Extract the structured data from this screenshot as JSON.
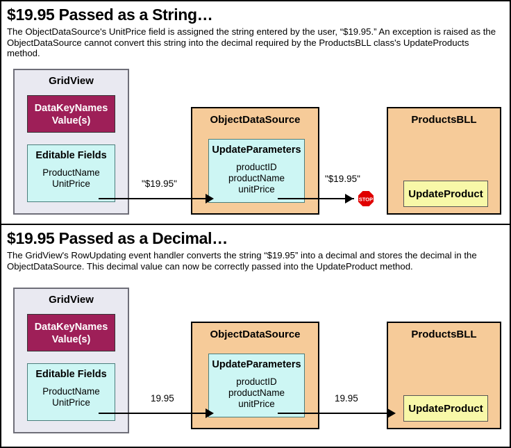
{
  "sections": [
    {
      "title": "$19.95 Passed as a String…",
      "description": "The ObjectDataSource's UnitPrice field is assigned the string entered by the user, “$19.95.” An exception is raised as the ObjectDataSource cannot convert this string into the decimal required by the ProductsBLL class's UpdateProducts method.",
      "gridview": {
        "title": "GridView",
        "datakey_line1": "DataKeyNames",
        "datakey_line2": "Value(s)",
        "editable_title": "Editable Fields",
        "editable_fields": "ProductName\nUnitPrice"
      },
      "objectdatasource": {
        "title": "ObjectDataSource",
        "params_title": "UpdateParameters",
        "params": "productID\nproductName\nunitPrice"
      },
      "productsbll": {
        "title": "ProductsBLL",
        "method": "UpdateProduct"
      },
      "edge1_label": "\"$19.95\"",
      "edge2_label": "\"$19.95\"",
      "blocked": true,
      "stop_label": "STOP"
    },
    {
      "title": "$19.95 Passed as a Decimal…",
      "description": "The GridView's RowUpdating event handler converts the string “$19.95” into a decimal and stores the decimal in the ObjectDataSource. This decimal value can now be correctly passed into the UpdateProduct method.",
      "gridview": {
        "title": "GridView",
        "datakey_line1": "DataKeyNames",
        "datakey_line2": "Value(s)",
        "editable_title": "Editable Fields",
        "editable_fields": "ProductName\nUnitPrice"
      },
      "objectdatasource": {
        "title": "ObjectDataSource",
        "params_title": "UpdateParameters",
        "params": "productID\nproductName\nunitPrice"
      },
      "productsbll": {
        "title": "ProductsBLL",
        "method": "UpdateProduct"
      },
      "edge1_label": "19.95",
      "edge2_label": "19.95",
      "blocked": false
    }
  ],
  "colors": {
    "gridview_fill": "#e9e9f1",
    "orange_fill": "#f6cb99",
    "cyan_fill": "#cdf6f4",
    "magenta_fill": "#9e1f58",
    "yellow_fill": "#f8f8a8",
    "stop_red": "#e00000",
    "line": "#000000"
  }
}
